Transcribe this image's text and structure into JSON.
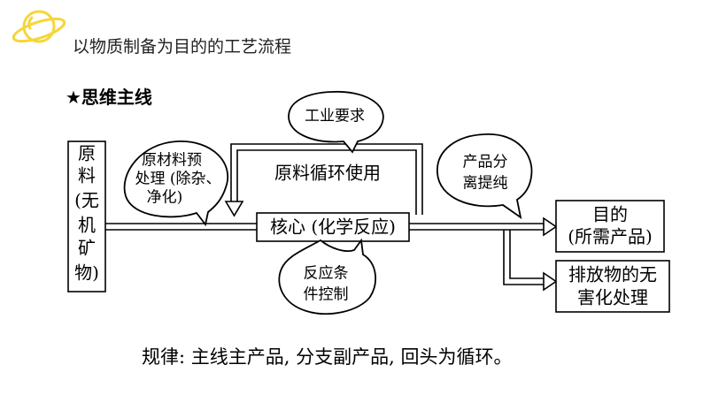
{
  "page": {
    "title": "以物质制备为目的的工艺流程",
    "section_heading": "★思维主线",
    "rule": "规律: 主线主产品, 分支副产品, 回头为循环。"
  },
  "diagram": {
    "raw_material_lines": [
      "原",
      "料",
      "(无",
      "机",
      "矿",
      "物)"
    ],
    "core": "核心 (化学反应)",
    "recycle_label": "原料循环使用",
    "target_lines": [
      "目的",
      "(所需产品)"
    ],
    "waste_lines": [
      "排放物的无",
      "害化处理"
    ],
    "bubble_pretreat_lines": [
      "原材料预",
      "处理 (除杂、",
      "净化)"
    ],
    "bubble_requirement": "工业要求",
    "bubble_separation_lines": [
      "产品分",
      "离提纯"
    ],
    "bubble_conditions_lines": [
      "反应条",
      "件控制"
    ]
  },
  "colors": {
    "planet": "#f5d63a",
    "line": "#000000",
    "text_title": "#222222"
  }
}
